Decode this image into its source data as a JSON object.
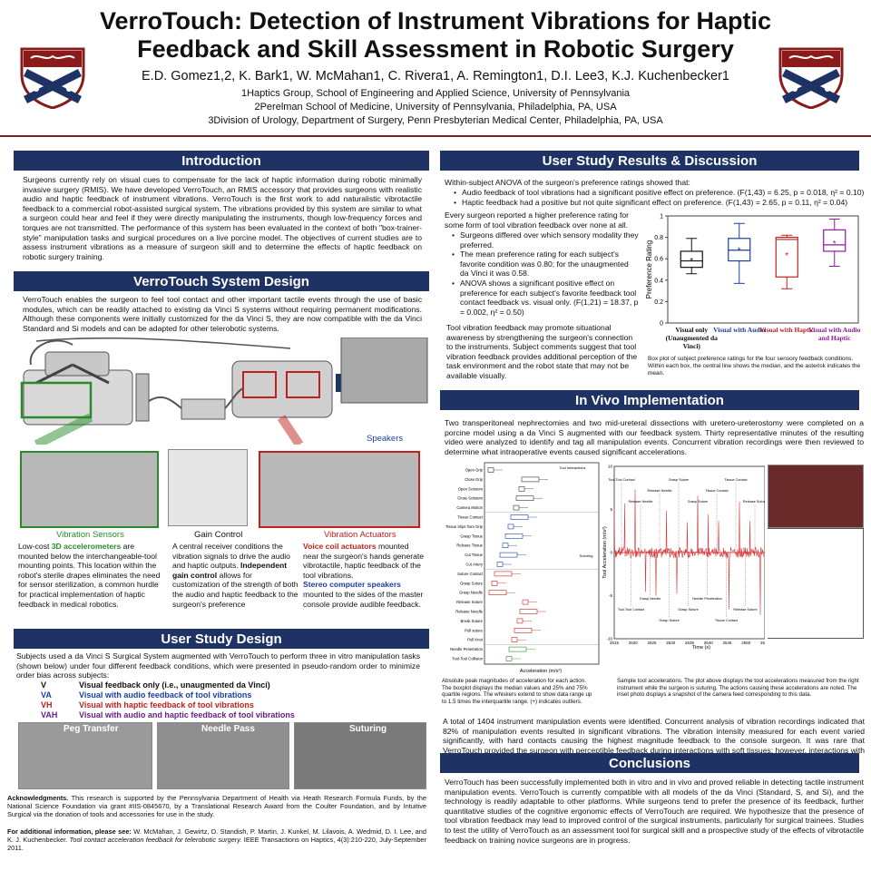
{
  "header": {
    "title_line1": "VerroTouch: Detection of Instrument Vibrations for Haptic",
    "title_line2": "Feedback and Skill Assessment in Robotic Surgery",
    "authors": "E.D. Gomez1,2, K. Bark1, W. McMahan1, C. Rivera1, A. Remington1, D.I. Lee3, K.J. Kuchenbecker1",
    "aff1": "1Haptics Group, School of Engineering and Applied Science, University of Pennsylvania",
    "aff2": "2Perelman School of Medicine, University of Pennsylvania, Philadelphia, PA, USA",
    "aff3": "3Division of Urology, Department of Surgery, Penn Presbyterian Medical Center, Philadelphia, PA, USA"
  },
  "intro": {
    "heading": "Introduction",
    "text": "Surgeons currently rely on visual cues to compensate for the lack of haptic information during robotic minimally invasive surgery (RMIS). We have developed VerroTouch, an RMIS accessory that provides surgeons with realistic audio and haptic feedback of instrument vibrations. VerroTouch is the first work to add naturalistic vibrotactile feedback to a commercial robot-assisted surgical system. The vibrations provided by this system are similar to what a surgeon could hear and feel if they were directly manipulating the instruments, though low-frequency forces and torques are not transmitted. The performance of this system has been evaluated in the context of both \"box-trainer-style\" manipulation tasks and surgical procedures on a live porcine model. The objectives of current studies are to assess instrument vibrations as a measure of surgeon skill and to determine the effects of haptic feedback on robotic surgery training."
  },
  "system": {
    "heading": "VerroTouch System Design",
    "text": "VerroTouch enables the surgeon to feel tool contact and other important tactile events through the use of basic modules, which can be readily attached to existing da Vinci S systems without requiring permanent modifications. Although these components were initially customized for the da Vinci S, they are now compatible with the da Vinci Standard and Si models and can be adapted for other telerobotic systems.",
    "speakers_label": "Speakers",
    "sensors_label": "Vibration Sensors",
    "gain_label": "Gain Control",
    "actuators_label": "Vibration Actuators",
    "sensors_text_a": "Low-cost ",
    "sensors_text_b": "3D accelerometers",
    "sensors_text_c": " are mounted below the interchangeable-tool mounting points. This location within the robot's sterile drapes eliminates the need for sensor sterilization, a common hurdle for practical implementation of haptic feedback in medical robotics.",
    "gain_text_a": "A central receiver conditions the vibration signals to drive the audio and haptic outputs. ",
    "gain_text_b": "Independent gain control",
    "gain_text_c": " allows for customization of the strength of both the audio and haptic feedback to the surgeon's preference",
    "act_text_a": "Voice coil actuators",
    "act_text_b": " mounted near the surgeon's hands generate vibrotactile, haptic feedback of the tool vibrations.",
    "act_text_c": "Stereo computer speakers",
    "act_text_d": " mounted to the sides of the master console provide audible feedback."
  },
  "userdesign": {
    "heading": "User Study Design",
    "text": "Subjects used a da Vinci S Surgical System augmented with VerroTouch to perform three in vitro manipulation tasks (shown below) under four different feedback conditions, which were presented in pseudo-random order to minimize order bias across subjects:",
    "conditions": [
      {
        "code": "V",
        "desc": "Visual feedback only (i.e., unaugmented da Vinci)"
      },
      {
        "code": "VA",
        "desc": "Visual with audio feedback of tool vibrations"
      },
      {
        "code": "VH",
        "desc": "Visual with haptic feedback of tool vibrations"
      },
      {
        "code": "VAH",
        "desc": "Visual with audio and haptic feedback of tool vibrations"
      }
    ],
    "tasks": [
      "Peg Transfer",
      "Needle Pass",
      "Suturing"
    ]
  },
  "ack": {
    "label": "Acknowledgments.",
    "text": " This research is supported by the Pennsylvania Department of Health via Heath Research Formula Funds, by the National Science Foundation via grant #IIS-0845670, by a Translational Research Award from the Coulter Foundation, and by Intuitive Surgical via the donation of tools and accessories for use in the study.",
    "more_label": "For additional information, please see:",
    "more_text": " W. McMahan, J. Gewirtz, D. Standish, P. Martin, J. Kunkel, M. Lilavois, A. Wedmid, D. I. Lee, and K. J. Kuchenbecker. ",
    "more_italic": "Tool contact acceleration feedback for telerobotic surgery.",
    "more_end": " IEEE Transactions on Haptics, 4(3):210-220, July-September 2011."
  },
  "results": {
    "heading": "User Study Results & Discussion",
    "intro": "Within-subject ANOVA of the surgeon's preference ratings showed that:",
    "b1": "Audio feedback of tool vibrations had a significant positive effect on preference. (F(1,43) = 6.25, p = 0.018, η² = 0.10)",
    "b2": "Haptic feedback had a positive but not quite significant effect on preference. (F(1,43) = 2.65, p = 0.11, η² = 0.04)",
    "para": "Every surgeon reported a higher preference rating for some form of tool vibration feedback over none at all.",
    "b3": "Surgeons differed over which sensory modality they preferred.",
    "b4": "The mean preference rating for each subject's favorite condition was 0.80; for the unaugmented da Vinci it was 0.58.",
    "b5": "ANOVA shows a significant positive effect on preference for each subject's favorite feedback tool contact feedback vs. visual only. (F(1,21) = 18.37, p = 0.002, η² = 0.50)",
    "para2": "Tool vibration feedback may promote situational awareness by strengthening the surgeon's connection to the instruments. Subject comments suggest that tool vibration feedback provides additional perception of the task environment and the robot state that may not be available visually.",
    "caption": "Box plot of subject preference ratings for the four sensory feedback conditions. Within each box, the central line shows the median, and the asterisk indicates the mean."
  },
  "chart_data": [
    {
      "type": "box",
      "ylabel": "Preference Rating",
      "ylim": [
        0,
        1
      ],
      "yticks": [
        0,
        0.2,
        0.4,
        0.6,
        0.8,
        1
      ],
      "series": [
        {
          "label": "Visual only (Unaugmented da Vinci)",
          "color": "#111111",
          "whisker_low": 0.46,
          "q1": 0.52,
          "median": 0.58,
          "q3": 0.67,
          "whisker_high": 0.79,
          "mean": 0.58
        },
        {
          "label": "Visual with Audio",
          "color": "#1b3fa0",
          "whisker_low": 0.37,
          "q1": 0.58,
          "median": 0.68,
          "q3": 0.79,
          "whisker_high": 0.93,
          "mean": 0.68
        },
        {
          "label": "Visual with Haptic",
          "color": "#c0211c",
          "whisker_low": 0.32,
          "q1": 0.43,
          "median": 0.78,
          "q3": 0.8,
          "whisker_high": 0.82,
          "mean": 0.63
        },
        {
          "label": "Visual with Audio and Haptic",
          "color": "#8b1a9a",
          "whisker_low": 0.53,
          "q1": 0.67,
          "median": 0.73,
          "q3": 0.87,
          "whisker_high": 0.97,
          "mean": 0.74
        }
      ]
    },
    {
      "type": "box",
      "xlabel": "Acceleration (m/s²)",
      "groups": [
        "Tool Interactions",
        "Suturing"
      ],
      "categories": [
        "Open Grip",
        "Close Grip",
        "Open Scissors",
        "Close Scissors",
        "Camera Motion",
        "Tissue Contact",
        "Tissue Slips from Grip",
        "Grasp Tissue",
        "Release Tissue",
        "Cut Tissue",
        "Cut Artery",
        "Suture Contact",
        "Grasp Suture",
        "Grasp Needle",
        "Release Suture",
        "Release Needle",
        "Break Suture",
        "Pull suture",
        "Pull Knot",
        "Needle Penetration",
        "Tool-Tool Collision"
      ]
    },
    {
      "type": "line",
      "xlabel": "Time (s)",
      "ylabel": "Tool Acceleration (m/s²)",
      "xlim": [
        2615,
        2655
      ],
      "ylim": [
        -10,
        10
      ],
      "annotations": [
        "Tool-Tool Contact",
        "Tool-Tool Contact",
        "Release Needle",
        "Grasp Needle",
        "Release Needle",
        "Grasp Suture",
        "Grasp Suture",
        "Grasp Suture",
        "Grasp Suture",
        "Needle Penetration",
        "Tissue Contact",
        "Tissue Contact",
        "Tissue Contact",
        "Release Suture",
        "Release Suture"
      ]
    }
  ],
  "invivo": {
    "heading": "In Vivo Implementation",
    "text": "Two transperitoneal nephrectomies and two mid-ureteral dissections with uretero-ureterostomy were completed on a porcine model using a da Vinci S augmented with our feedback system. Thirty representative minutes of the resulting video were analyzed to identify and tag all manipulation events. Concurrent vibration recordings were then reviewed to determine what intraoperative events caused significant accelerations.",
    "cap1": "Absolute peak magnitudes of acceleration for each action. The boxplot displays the median values and 25% and 75% quartile regions. The whiskers extend to show data range up to 1.5 times the interquartile range. (+) indicates outliers.",
    "cap2": "Sample tool accelerations. The plot above displays the tool accelerations measured from the right instrument while the surgeon is suturing. The actions causing these accelerations are noted. The inset photo displays a snapshot of the camera feed corresponding to this data.",
    "text2": "A total of 1404 instrument manipulation events were identified. Concurrent analysis of vibration recordings indicated that 82% of manipulation events resulted in significant vibrations. The vibration intensity measured for each event varied significantly, with hard contacts causing the highest magnitude feedback to the console surgeon. It was rare that VerroTouch provided the surgeon with perceptible feedback during interactions with soft tissues; however, interactions with stiffer tissues such as arteries and veins resulted in stronger cues."
  },
  "conclusions": {
    "heading": "Conclusions",
    "text": "VerroTouch has been successfully implemented both in vitro and in vivo and proved reliable in detecting tactile instrument manipulation events. VerroTouch is currently compatible with all models of the da Vinci (Standard, S, and Si), and the technology is readily adaptable to other platforms. While surgeons tend to prefer the presence of its feedback, further quantitative studies of the cognitive ergonomic effects of VerroTouch are required. We hypothesize that the presence of tool vibration feedback may lead to improved control of the surgical instruments, particularly for surgical trainees. Studies to test the utility of VerroTouch as an assessment tool for surgical skill and a prospective study of the effects of vibrotactile feedback on training novice surgeons are in progress."
  },
  "colors": {
    "navy": "#1e3264",
    "crimson": "#8b1a1a"
  },
  "icons": [
    "penn-shield-icon"
  ]
}
